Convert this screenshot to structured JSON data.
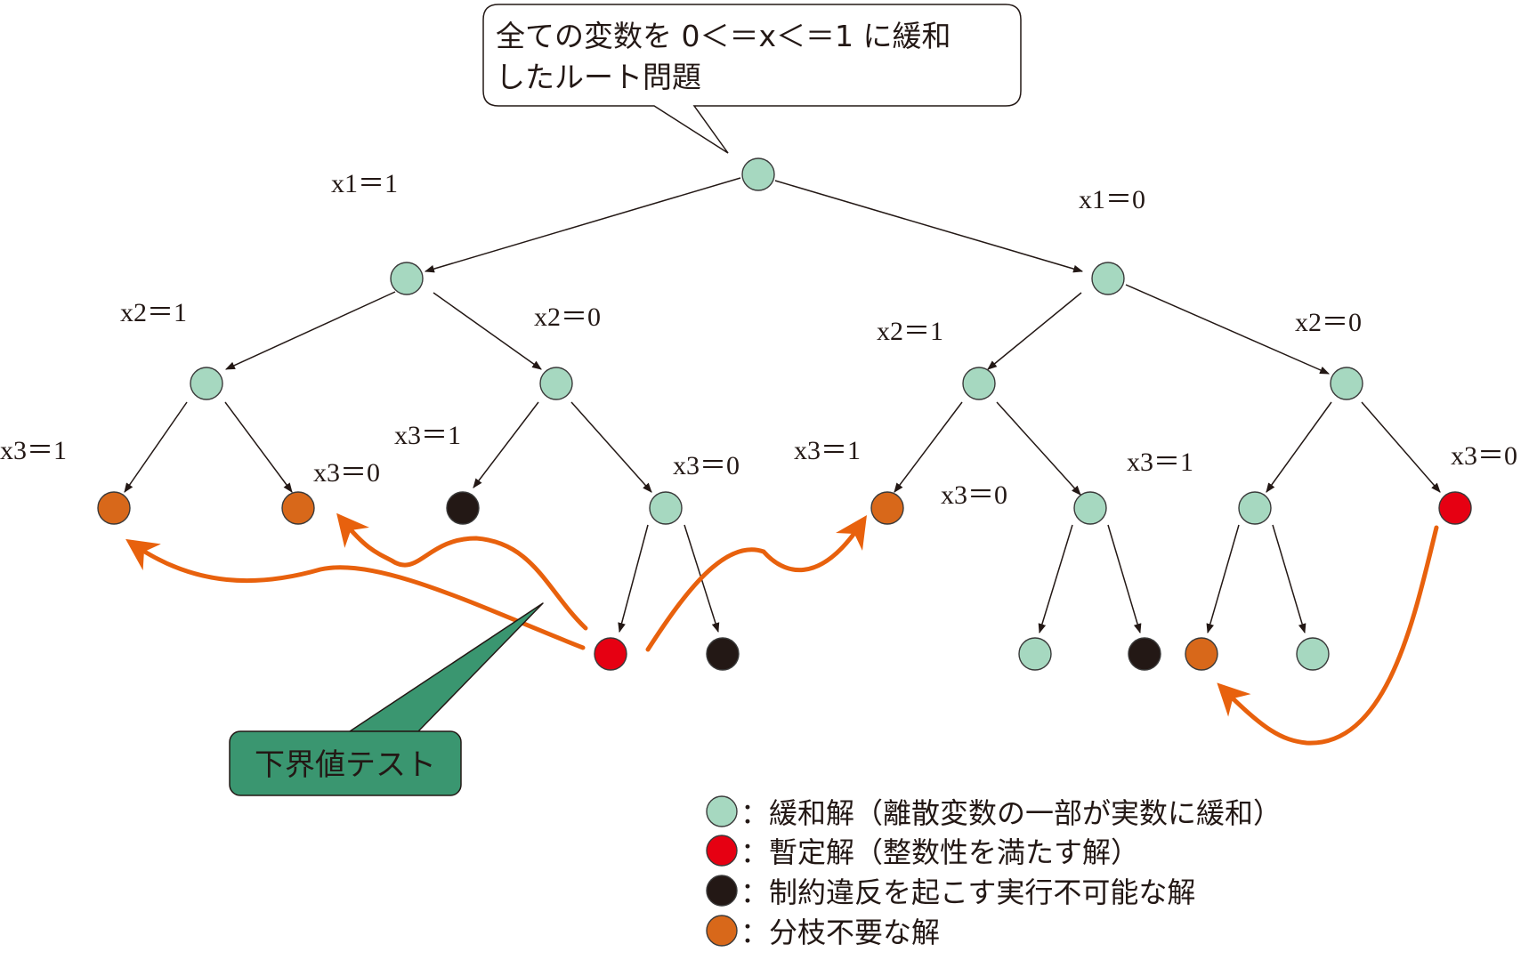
{
  "colors": {
    "relaxed": "#a6d8c0",
    "incumbent": "#e60012",
    "infeasible": "#231815",
    "pruned": "#d8681a",
    "test_arrow": "#e8610d",
    "test_box": "#3a9670"
  },
  "root_callout": {
    "line1": "全ての変数を 0＜＝x＜＝1 に緩和",
    "line2": "したルート問題"
  },
  "branch_labels": {
    "x1_1": "x1＝1",
    "x1_0": "x1＝0",
    "x2_1_left": "x2＝1",
    "x2_0_left": "x2＝0",
    "x2_1_right": "x2＝1",
    "x2_0_right": "x2＝0",
    "x3_1_a": "x3＝1",
    "x3_0_a": "x3＝0",
    "x3_1_b": "x3＝1",
    "x3_0_b": "x3＝0",
    "x3_1_c": "x3＝1",
    "x3_0_c": "x3＝0",
    "x3_1_d": "x3＝1",
    "x3_0_d": "x3＝0"
  },
  "test_label": "下界値テスト",
  "legend": [
    {
      "type": "relaxed",
      "text": "：緩和解（離散変数の一部が実数に緩和）"
    },
    {
      "type": "incumbent",
      "text": "：暫定解（整数性を満たす解）"
    },
    {
      "type": "infeasible",
      "text": "：制約違反を起こす実行不可能な解"
    },
    {
      "type": "pruned",
      "text": "：分枝不要な解"
    }
  ]
}
